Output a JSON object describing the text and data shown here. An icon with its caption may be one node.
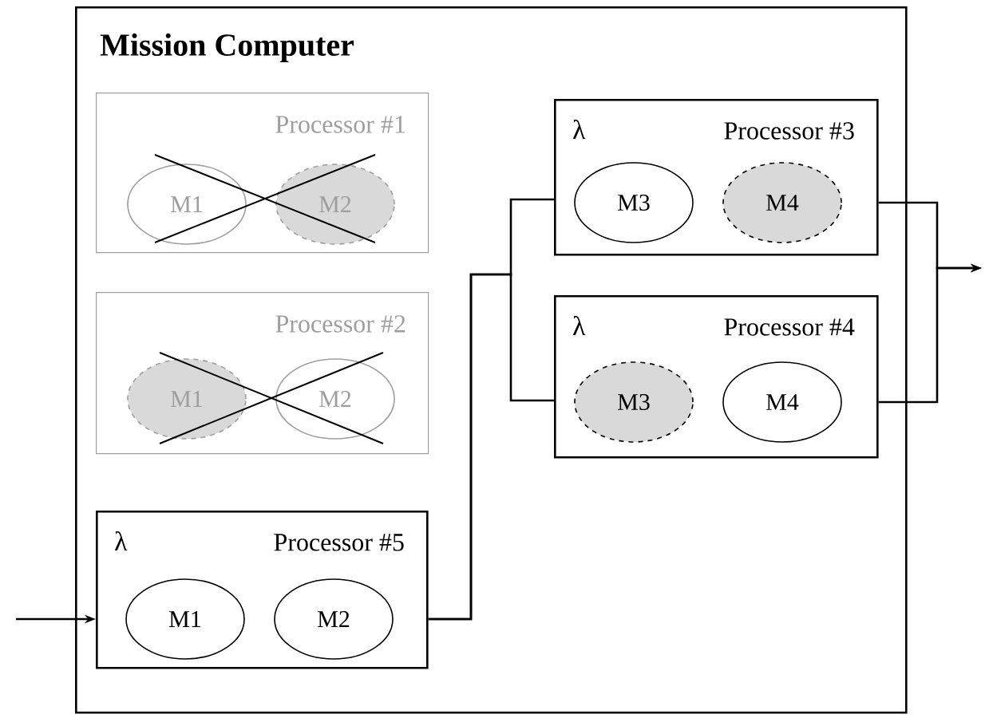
{
  "diagram": {
    "nodes": [
      {
        "text": [
          "Mission Computer"
        ]
      },
      {
        "text": [
          "Processor #1"
        ],
        "in": 0
      },
      {
        "text": [
          "M1"
        ],
        "in": 1
      },
      {
        "text": [
          "M2"
        ],
        "in": 1
      },
      {
        "text": [
          "Processor #2"
        ],
        "in": 0
      },
      {
        "text": [
          "M1"
        ],
        "in": 4
      },
      {
        "text": [
          "M2"
        ],
        "in": 4
      },
      {
        "text": [
          "λ",
          "Processor #5"
        ],
        "in": 0
      },
      {
        "text": [
          "M1"
        ],
        "in": 7
      },
      {
        "text": [
          "M2"
        ],
        "in": 7
      },
      {
        "text": [
          "λ",
          "Processor #3"
        ],
        "in": 0
      },
      {
        "text": [
          "M3"
        ],
        "in": 10
      },
      {
        "text": [
          "M4"
        ],
        "in": 10
      },
      {
        "text": [
          "λ",
          "Processor #4"
        ],
        "in": 0
      },
      {
        "text": [
          "M3"
        ],
        "in": 13
      },
      {
        "text": [
          "M4"
        ],
        "in": 13
      }
    ],
    "edges": [
      {
        "from": null,
        "to": 7,
        "arrow": "to"
      },
      {
        "from": 7,
        "to": 10,
        "arrow": "none"
      },
      {
        "from": 7,
        "to": 13,
        "arrow": "none"
      },
      {
        "from": 10,
        "to": null,
        "arrow": "to"
      },
      {
        "from": 13,
        "to": null,
        "arrow": "to"
      }
    ]
  }
}
